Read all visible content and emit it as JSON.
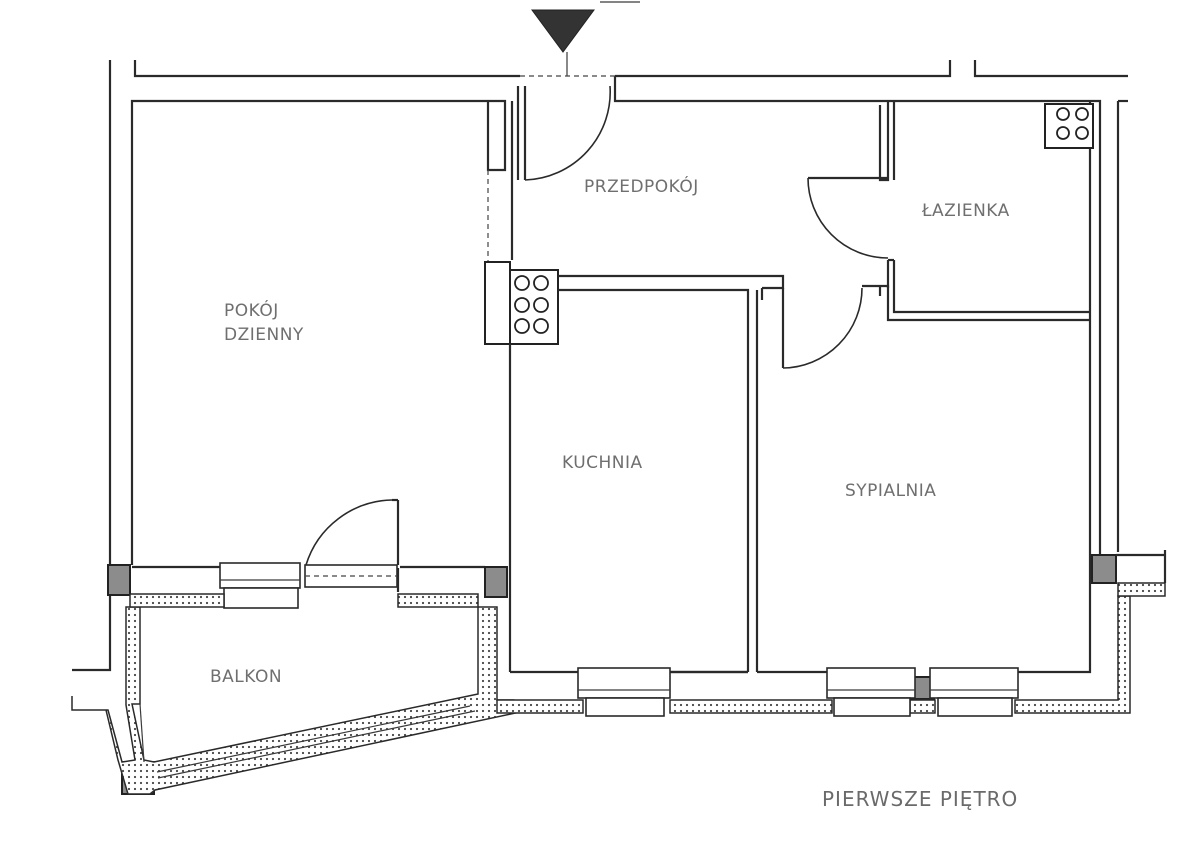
{
  "rooms": {
    "hallway": "PRZEDPOKÓJ",
    "bathroom": "ŁAZIENKA",
    "living_room_line1": "POKÓJ",
    "living_room_line2": "DZIENNY",
    "kitchen": "KUCHNIA",
    "bedroom": "SYPIALNIA",
    "balcony": "BALKON"
  },
  "floor_name": "PIERWSZE PIĘTRO",
  "icons": {
    "entrance": "entrance-arrow-icon",
    "stove": "stove-icon"
  }
}
